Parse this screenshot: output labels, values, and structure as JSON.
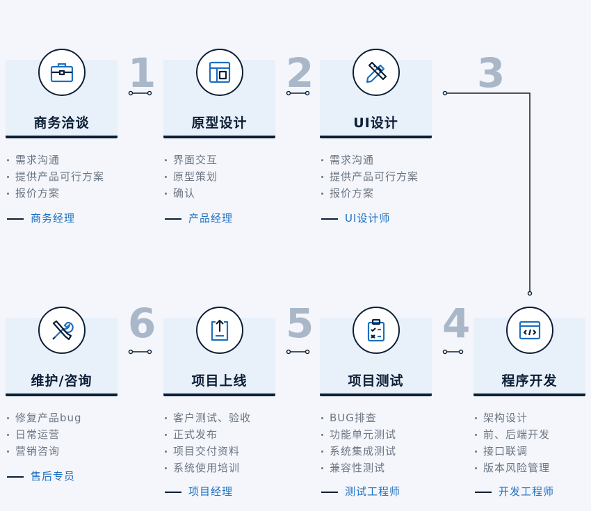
{
  "steps": [
    {
      "number": "1",
      "title": "商务洽谈",
      "icon": "briefcase-icon",
      "bullets": [
        "需求沟通",
        "提供产品可行方案",
        "报价方案"
      ],
      "role": "商务经理"
    },
    {
      "number": "2",
      "title": "原型设计",
      "icon": "layout-icon",
      "bullets": [
        "界面交互",
        "原型策划",
        "确认"
      ],
      "role": "产品经理"
    },
    {
      "number": "3",
      "title": "UI设计",
      "icon": "design-tools-icon",
      "bullets": [
        "需求沟通",
        "提供产品可行方案",
        "报价方案"
      ],
      "role": "UI设计师"
    },
    {
      "number": "4",
      "title": "程序开发",
      "icon": "code-window-icon",
      "bullets": [
        "架构设计",
        "前、后端开发",
        "接口联调",
        "版本风险管理"
      ],
      "role": "开发工程师"
    },
    {
      "number": "5",
      "title": "项目测试",
      "icon": "clipboard-check-icon",
      "bullets": [
        "BUG排查",
        "功能单元测试",
        "系统集成测试",
        "兼容性测试"
      ],
      "role": "测试工程师"
    },
    {
      "number": "6",
      "title": "项目上线",
      "icon": "upload-document-icon",
      "bullets": [
        "客户测试、验收",
        "正式发布",
        "项目交付资料",
        "系统使用培训"
      ],
      "role": "项目经理"
    },
    {
      "number": "",
      "title": "维护/咨询",
      "icon": "tools-icon",
      "bullets": [
        "修复产品bug",
        "日常运营",
        "营销咨询"
      ],
      "role": "售后专员"
    }
  ],
  "colors": {
    "dark": "#0c1e35",
    "number": "#a9b7c9",
    "card_bg": "#e8f0fa",
    "role": "#1d6fc0",
    "text": "#6b7583"
  }
}
